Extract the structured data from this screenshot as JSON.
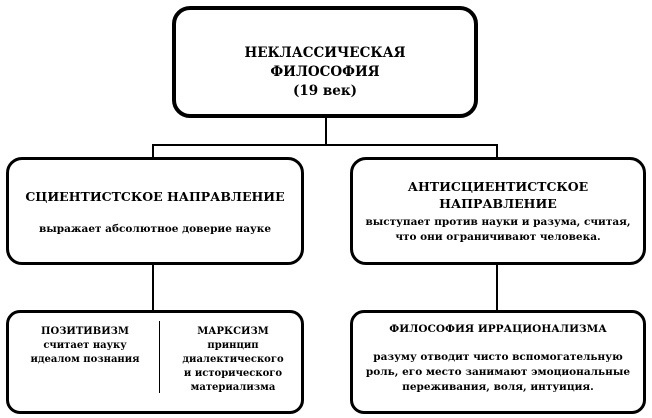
{
  "root": {
    "line1": "НЕКЛАССИЧЕСКАЯ",
    "line2": "ФИЛОСОФИЯ",
    "line3": "(19 век)"
  },
  "left": {
    "title": "СЦИЕНТИСТСКОЕ НАПРАВЛЕНИЕ",
    "desc": "выражает абсолютное доверие науке"
  },
  "right": {
    "title1": "АНТИСЦИЕНТИСТСКОЕ",
    "title2": "НАПРАВЛЕНИЕ",
    "desc1": "выступает против  науки и разума, считая,",
    "desc2": "что они  ограничивают  человека."
  },
  "bottom_left": {
    "col1": {
      "head": "ПОЗИТИВИЗМ",
      "l1": "считает науку",
      "l2": "идеалом познания"
    },
    "col2": {
      "head": "МАРКСИЗМ",
      "l1": "принцип",
      "l2": "диалектического",
      "l3": "и исторического",
      "l4": "материализма"
    }
  },
  "bottom_right": {
    "title": "ФИЛОСОФИЯ ИРРАЦИОНАЛИЗМА",
    "desc1": "разуму отводит чисто вспомогательную",
    "desc2": "роль,  его место занимают эмоциональные",
    "desc3": "переживания,  воля,  интуиция."
  }
}
